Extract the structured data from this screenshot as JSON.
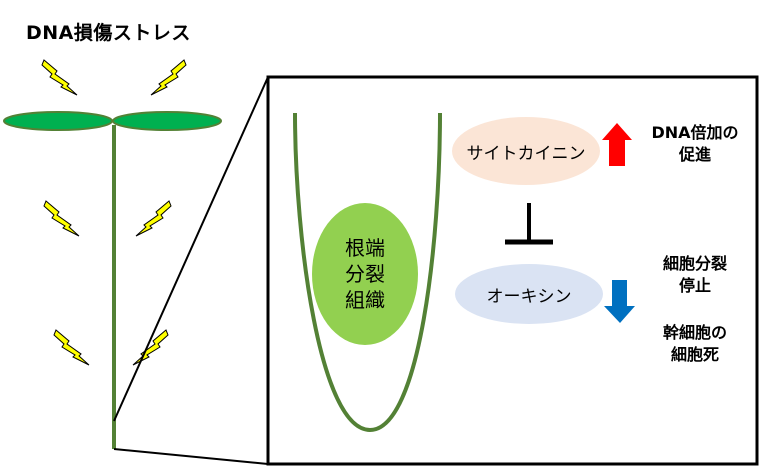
{
  "title": "DNA損傷ストレス",
  "root_meristem_label": "根端\n分裂\n組織",
  "cytokinin": {
    "label": "サイトカイニン"
  },
  "auxin": {
    "label": "オーキシン"
  },
  "effects": {
    "upregulation": "DNA倍加の\n促進",
    "division_arrest": "細胞分裂\n停止",
    "stem_cell_death": "幹細胞の\n細胞死"
  },
  "colors": {
    "plant_green": "#538135",
    "cotyledon_fill": "#00b050",
    "meristem_fill": "#92d050",
    "cytokinin_fill": "#fbe5d6",
    "auxin_fill": "#dae3f3",
    "up_arrow": "#ff0000",
    "down_arrow": "#0070c0",
    "lightning_fill": "#ffff00"
  },
  "icons": {
    "lightning": "lightning-bolt-icon",
    "up_arrow": "red-up-arrow-icon",
    "down_arrow": "blue-down-arrow-icon",
    "inhibition": "inhibition-t-bar-icon"
  }
}
